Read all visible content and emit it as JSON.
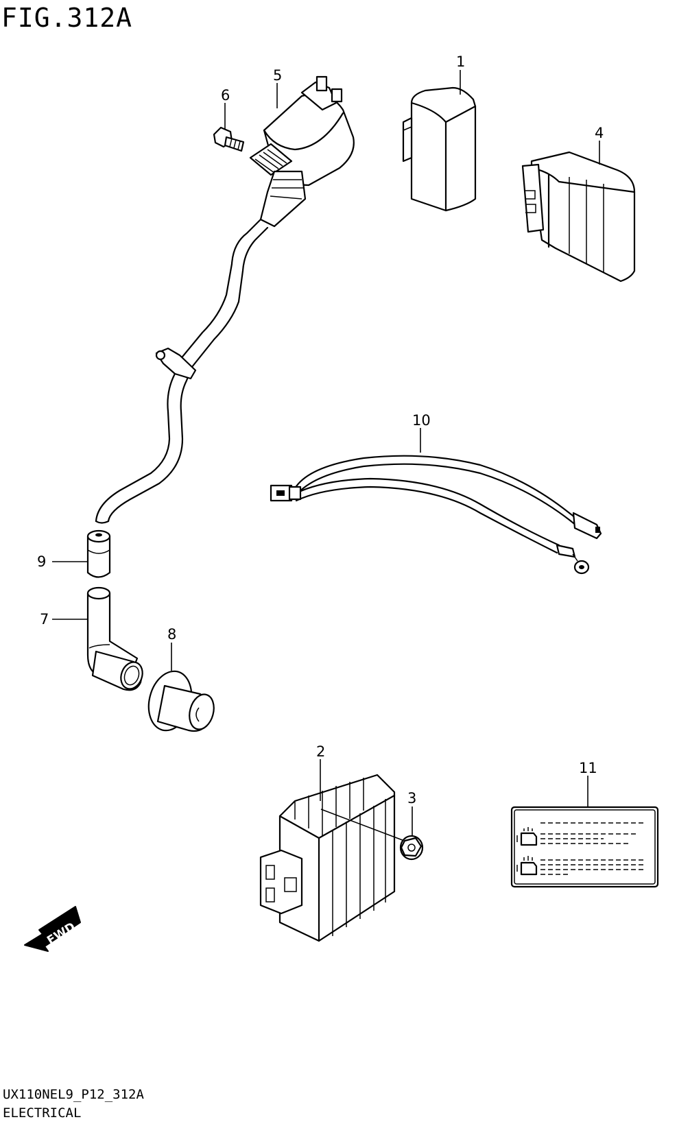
{
  "figure": {
    "title": "FIG.312A",
    "code": "UX110NEL9_P12_312A",
    "name": "ELECTRICAL"
  },
  "callouts": [
    "1",
    "2",
    "3",
    "4",
    "5",
    "6",
    "7",
    "8",
    "9",
    "10",
    "11"
  ],
  "badge": {
    "fwd": "FWD"
  }
}
